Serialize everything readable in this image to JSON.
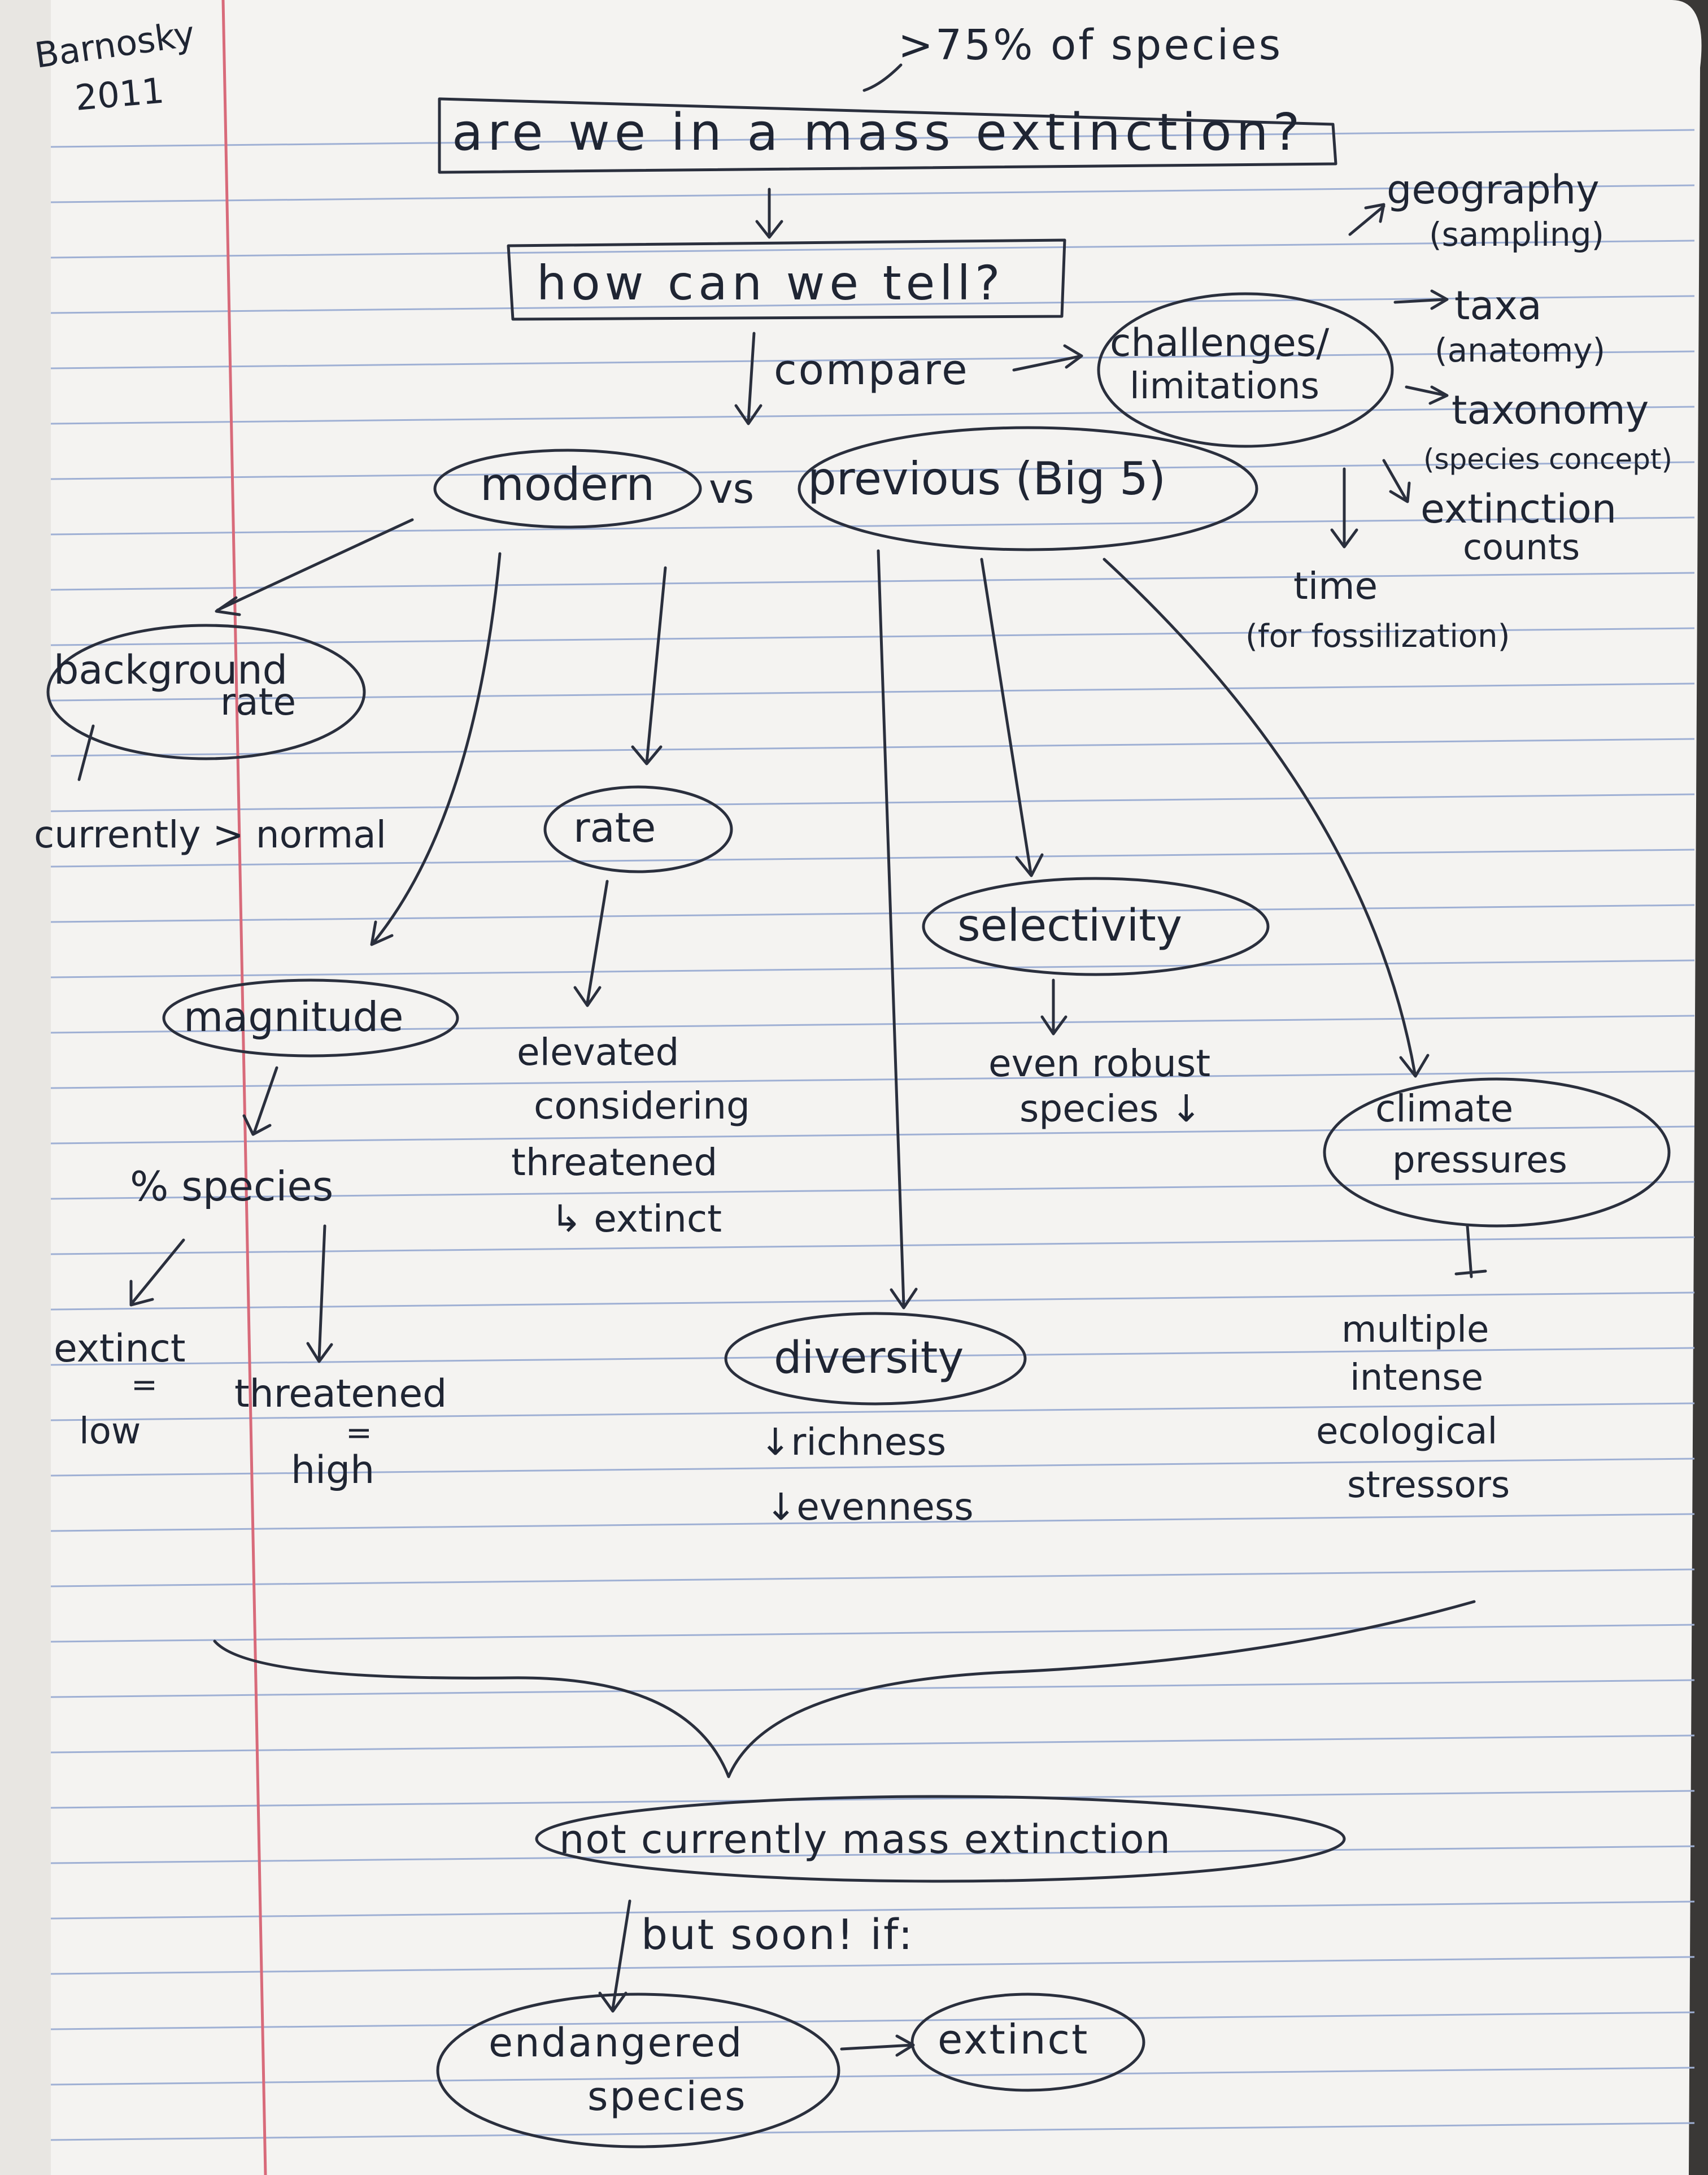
{
  "citation": {
    "author": "Barnosky",
    "year": "2011"
  },
  "question": {
    "annotation": ">75% of species",
    "main": "are we in a mass extinction?",
    "how": "how can we tell?",
    "compare_label": "compare"
  },
  "challenges": {
    "label_line1": "challenges/",
    "label_line2": "limitations",
    "items": [
      {
        "title": "geography",
        "note": "(sampling)"
      },
      {
        "title": "taxa",
        "note": "(anatomy)"
      },
      {
        "title": "taxonomy",
        "note": "(species concept)"
      },
      {
        "title": "extinction",
        "note": "counts"
      },
      {
        "title": "time",
        "note": "(for fossilization)"
      }
    ]
  },
  "comparison": {
    "modern": "modern",
    "vs": "vs",
    "previous": "previous (Big 5)"
  },
  "criteria": {
    "background_rate": {
      "line1": "background",
      "line2": "rate",
      "detail": "currently > normal"
    },
    "magnitude": {
      "label": "magnitude",
      "detail": "% species",
      "extinct_line1": "extinct",
      "extinct_eq": "=",
      "extinct_line2": "low",
      "threatened_line1": "threatened",
      "threatened_eq": "=",
      "threatened_line2": "high"
    },
    "rate": {
      "label": "rate",
      "detail_lines": [
        "elevated",
        "considering",
        "threatened",
        "↳ extinct"
      ]
    },
    "diversity": {
      "label": "diversity",
      "detail_lines": [
        "↓richness",
        "↓evenness"
      ]
    },
    "selectivity": {
      "label": "selectivity",
      "detail_lines": [
        "even robust",
        "species ↓"
      ]
    },
    "climate": {
      "line1": "climate",
      "line2": "pressures",
      "detail_lines": [
        "multiple",
        "intense",
        "ecological",
        "stressors"
      ]
    }
  },
  "conclusion": {
    "main": "not currently mass extinction",
    "condition": "but soon! if:",
    "endangered_line1": "endangered",
    "endangered_line2": "species",
    "extinct": "extinct"
  },
  "colors": {
    "paper": "#f4f3f1",
    "rule_line": "#9fb0d4",
    "margin_line": "#d86a7a",
    "ink": "#1f2533"
  }
}
